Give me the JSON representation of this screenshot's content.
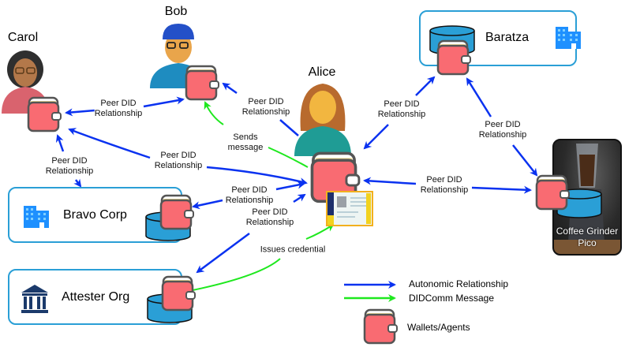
{
  "actors": {
    "carol": {
      "name": "Carol"
    },
    "bob": {
      "name": "Bob"
    },
    "alice": {
      "name": "Alice"
    }
  },
  "organizations": {
    "baratza": {
      "name": "Baratza"
    },
    "bravo_corp": {
      "name": "Bravo Corp"
    },
    "attester_org": {
      "name": "Attester Org"
    },
    "coffee_grinder": {
      "name_line1": "Coffee Grinder",
      "name_line2": "Pico"
    }
  },
  "edges": {
    "carol_bob": {
      "line1": "Peer DID",
      "line2": "Relationship"
    },
    "carol_alice": {
      "line1": "Peer DID",
      "line2": "Relationship"
    },
    "carol_bravo": {
      "line1": "Peer DID",
      "line2": "Relationship"
    },
    "bob_alice": {
      "line1": "Peer DID",
      "line2": "Relationship"
    },
    "alice_sends_bob": {
      "line1": "Sends",
      "line2": "message"
    },
    "alice_baratza": {
      "line1": "Peer DID",
      "line2": "Relationship"
    },
    "baratza_grinder": {
      "line1": "Peer DID",
      "line2": "Relationship"
    },
    "alice_grinder": {
      "line1": "Peer DID",
      "line2": "Relationship"
    },
    "alice_bravo": {
      "line1": "Peer DID",
      "line2": "Relationship"
    },
    "alice_attester": {
      "line1": "Peer DID",
      "line2": "Relationship"
    },
    "attester_issues": {
      "line1": "Issues credential"
    }
  },
  "legend": {
    "autonomic": "Autonomic Relationship",
    "didcomm": "DIDComm Message",
    "wallets": "Wallets/Agents"
  },
  "colors": {
    "autonomic": "#0a32f0",
    "didcomm": "#1ee81e",
    "wallet": "#f96b72",
    "org_border": "#2a9fd6",
    "database": "#2a9fd6"
  }
}
